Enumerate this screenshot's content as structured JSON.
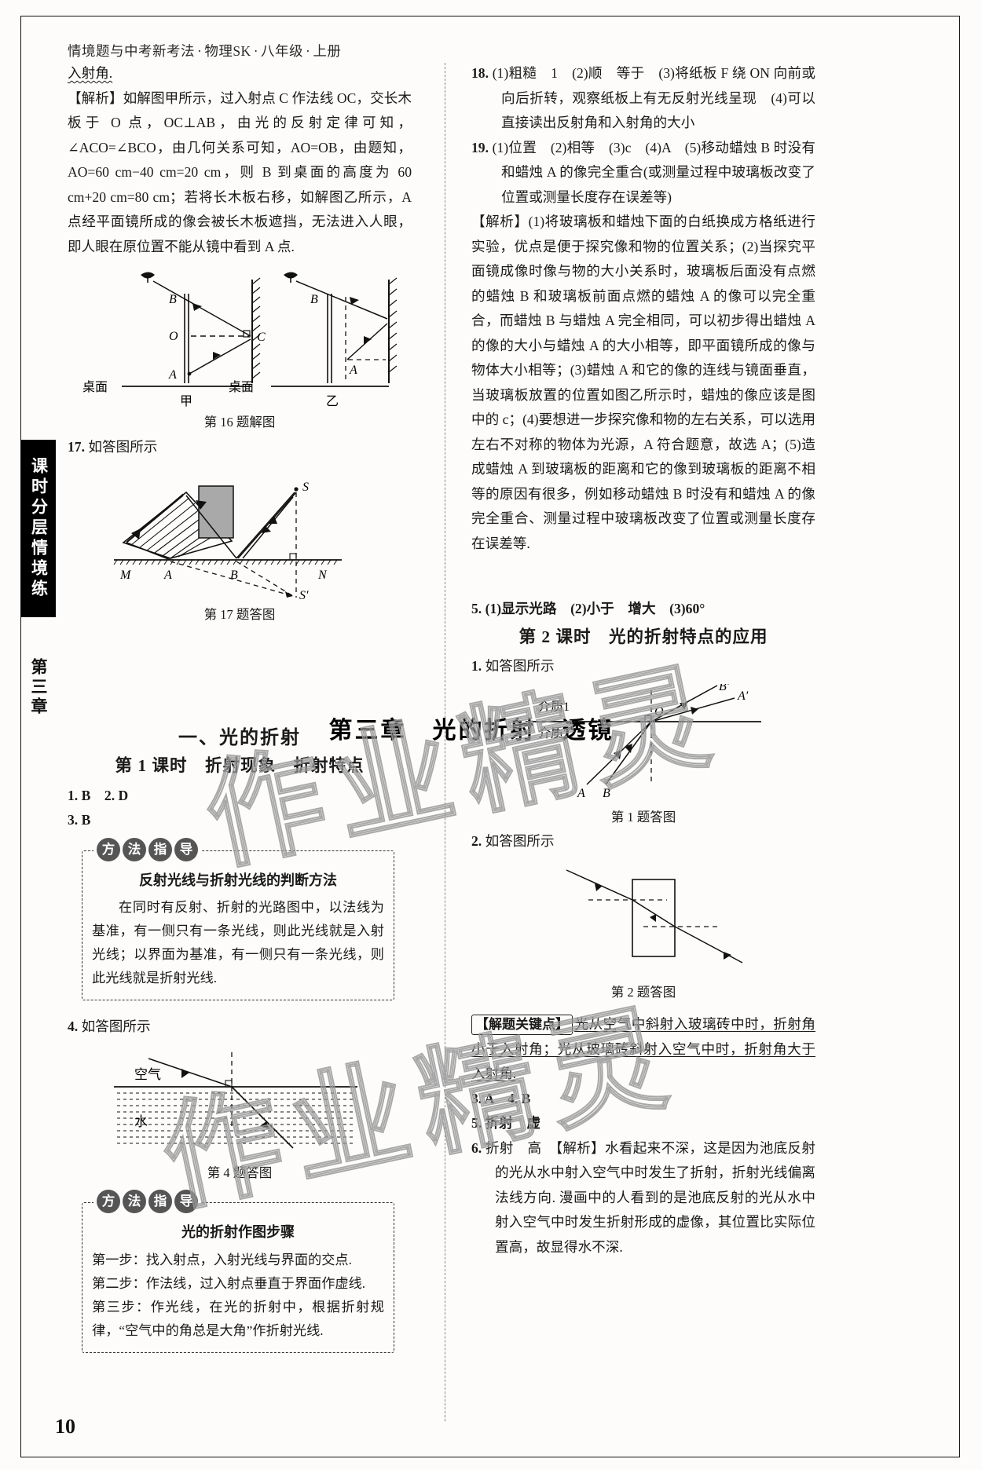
{
  "header": {
    "text": "情境题与中考新考法·物理SK·八年级·上册",
    "parts": [
      "情境题与中考新考法",
      "物理SK",
      "八年级",
      "上册"
    ]
  },
  "folio": "10",
  "side_tab": {
    "label": "课时分层情境练",
    "chapter_label": "第三章"
  },
  "watermark": "作业精灵",
  "left_column": {
    "q16_tail": "入射角.",
    "q16_analysis": "【解析】如解图甲所示，过入射点 C 作法线 OC，交长木板于 O 点，OC⊥AB，由光的反射定律可知，∠ACO=∠BCO，由几何关系可知，AO=OB，由题知，AO=60 cm−40 cm=20 cm，则 B 到桌面的高度为 60 cm+20 cm=80 cm；若将长木板右移，如解图乙所示，A 点经平面镜所成的像会被长木板遮挡，无法进入人眼，即人眼在原位置不能从镜中看到 A 点.",
    "fig16": {
      "caption": "第 16 题解图",
      "label_left": "甲",
      "label_right": "乙",
      "table_label": "桌面",
      "points": [
        "B",
        "O",
        "A",
        "C"
      ],
      "points_right": [
        "B",
        "A"
      ]
    },
    "q17_num": "17.",
    "q17_text": "如答图所示",
    "fig17": {
      "caption": "第 17 题答图",
      "labels": [
        "M",
        "A",
        "B",
        "N",
        "S",
        "S′"
      ]
    },
    "chapter_heading": "第三章　光的折射　透镜",
    "section_heading": "一、光的折射",
    "lesson_heading_1": "第 1 课时　折射现象　折射特点",
    "answers_1_2": "1. B　2. D",
    "answer_3": "3. B",
    "tipbox1": {
      "badge": [
        "方",
        "法",
        "指",
        "导"
      ],
      "title": "反射光线与折射光线的判断方法",
      "body": "在同时有反射、折射的光路图中，以法线为基准，有一侧只有一条光线，则此光线就是入射光线；以界面为基准，有一侧只有一条光线，则此光线就是折射光线."
    },
    "q4_num": "4.",
    "q4_text": "如答图所示",
    "fig4": {
      "caption": "第 4 题答图",
      "label_air": "空气",
      "label_water": "水"
    },
    "tipbox2": {
      "badge": [
        "方",
        "法",
        "指",
        "导"
      ],
      "title": "光的折射作图步骤",
      "steps": [
        "第一步：找入射点，入射光线与界面的交点.",
        "第二步：作法线，过入射点垂直于界面作虚线.",
        "第三步：作光线，在光的折射中，根据折射规律，“空气中的角总是大角”作折射光线."
      ]
    }
  },
  "right_column": {
    "q18_num": "18.",
    "q18_text": "(1)粗糙　1　(2)顺　等于　(3)将纸板 F 绕 ON 向前或向后折转，观察纸板上有无反射光线呈现　(4)可以直接读出反射角和入射角的大小",
    "q19_num": "19.",
    "q19_text": "(1)位置　(2)相等　(3)c　(4)A　(5)移动蜡烛 B 时没有和蜡烛 A 的像完全重合(或测量过程中玻璃板改变了位置或测量长度存在误差等)",
    "q19_analysis": "【解析】(1)将玻璃板和蜡烛下面的白纸换成方格纸进行实验，优点是便于探究像和物的位置关系；(2)当探究平面镜成像时像与物的大小关系时，玻璃板后面没有点燃的蜡烛 B 和玻璃板前面点燃的蜡烛 A 的像可以完全重合，而蜡烛 B 与蜡烛 A 完全相同，可以初步得出蜡烛 A 的像的大小与蜡烛 A 的大小相等，即平面镜所成的像与物体大小相等；(3)蜡烛 A 和它的像的连线与镜面垂直，当玻璃板放置的位置如图乙所示时，蜡烛的像应该是图中的 c；(4)要想进一步探究像和物的左右关系，可以选用左右不对称的物体为光源，A 符合题意，故选 A；(5)造成蜡烛 A 到玻璃板的距离和它的像到玻璃板的距离不相等的原因有很多，例如移动蜡烛 B 时没有和蜡烛 A 的像完全重合、测量过程中玻璃板改变了位置或测量长度存在误差等.",
    "answer_5": "5. (1)显示光路　(2)小于　增大　(3)60°",
    "lesson_heading_2": "第 2 课时　光的折射特点的应用",
    "q1_num": "1.",
    "q1_text": "如答图所示",
    "fig1": {
      "caption": "第 1 题答图",
      "labels": [
        "介质1",
        "介质2",
        "O",
        "A",
        "B",
        "A′",
        "B′"
      ]
    },
    "q2_num": "2.",
    "q2_text": "如答图所示",
    "fig2": {
      "caption": "第 2 题答图"
    },
    "keypoint_label": "【解题关键点】",
    "keypoint_text": "光从空气中斜射入玻璃砖中时，折射角小于入射角；光从玻璃砖斜射入空气中时，折射角大于入射角.",
    "answers_3_4": "3. A　4. B",
    "answer_5b": "5. 折射　虚",
    "q6_num": "6.",
    "q6_text": "折射　高　【解析】水看起来不深，这是因为池底反射的光从水中射入空气中时发生了折射，折射光线偏离法线方向. 漫画中的人看到的是池底反射的光从水中射入空气中时发生折射形成的虚像，其位置比实际位置高，故显得水不深."
  }
}
